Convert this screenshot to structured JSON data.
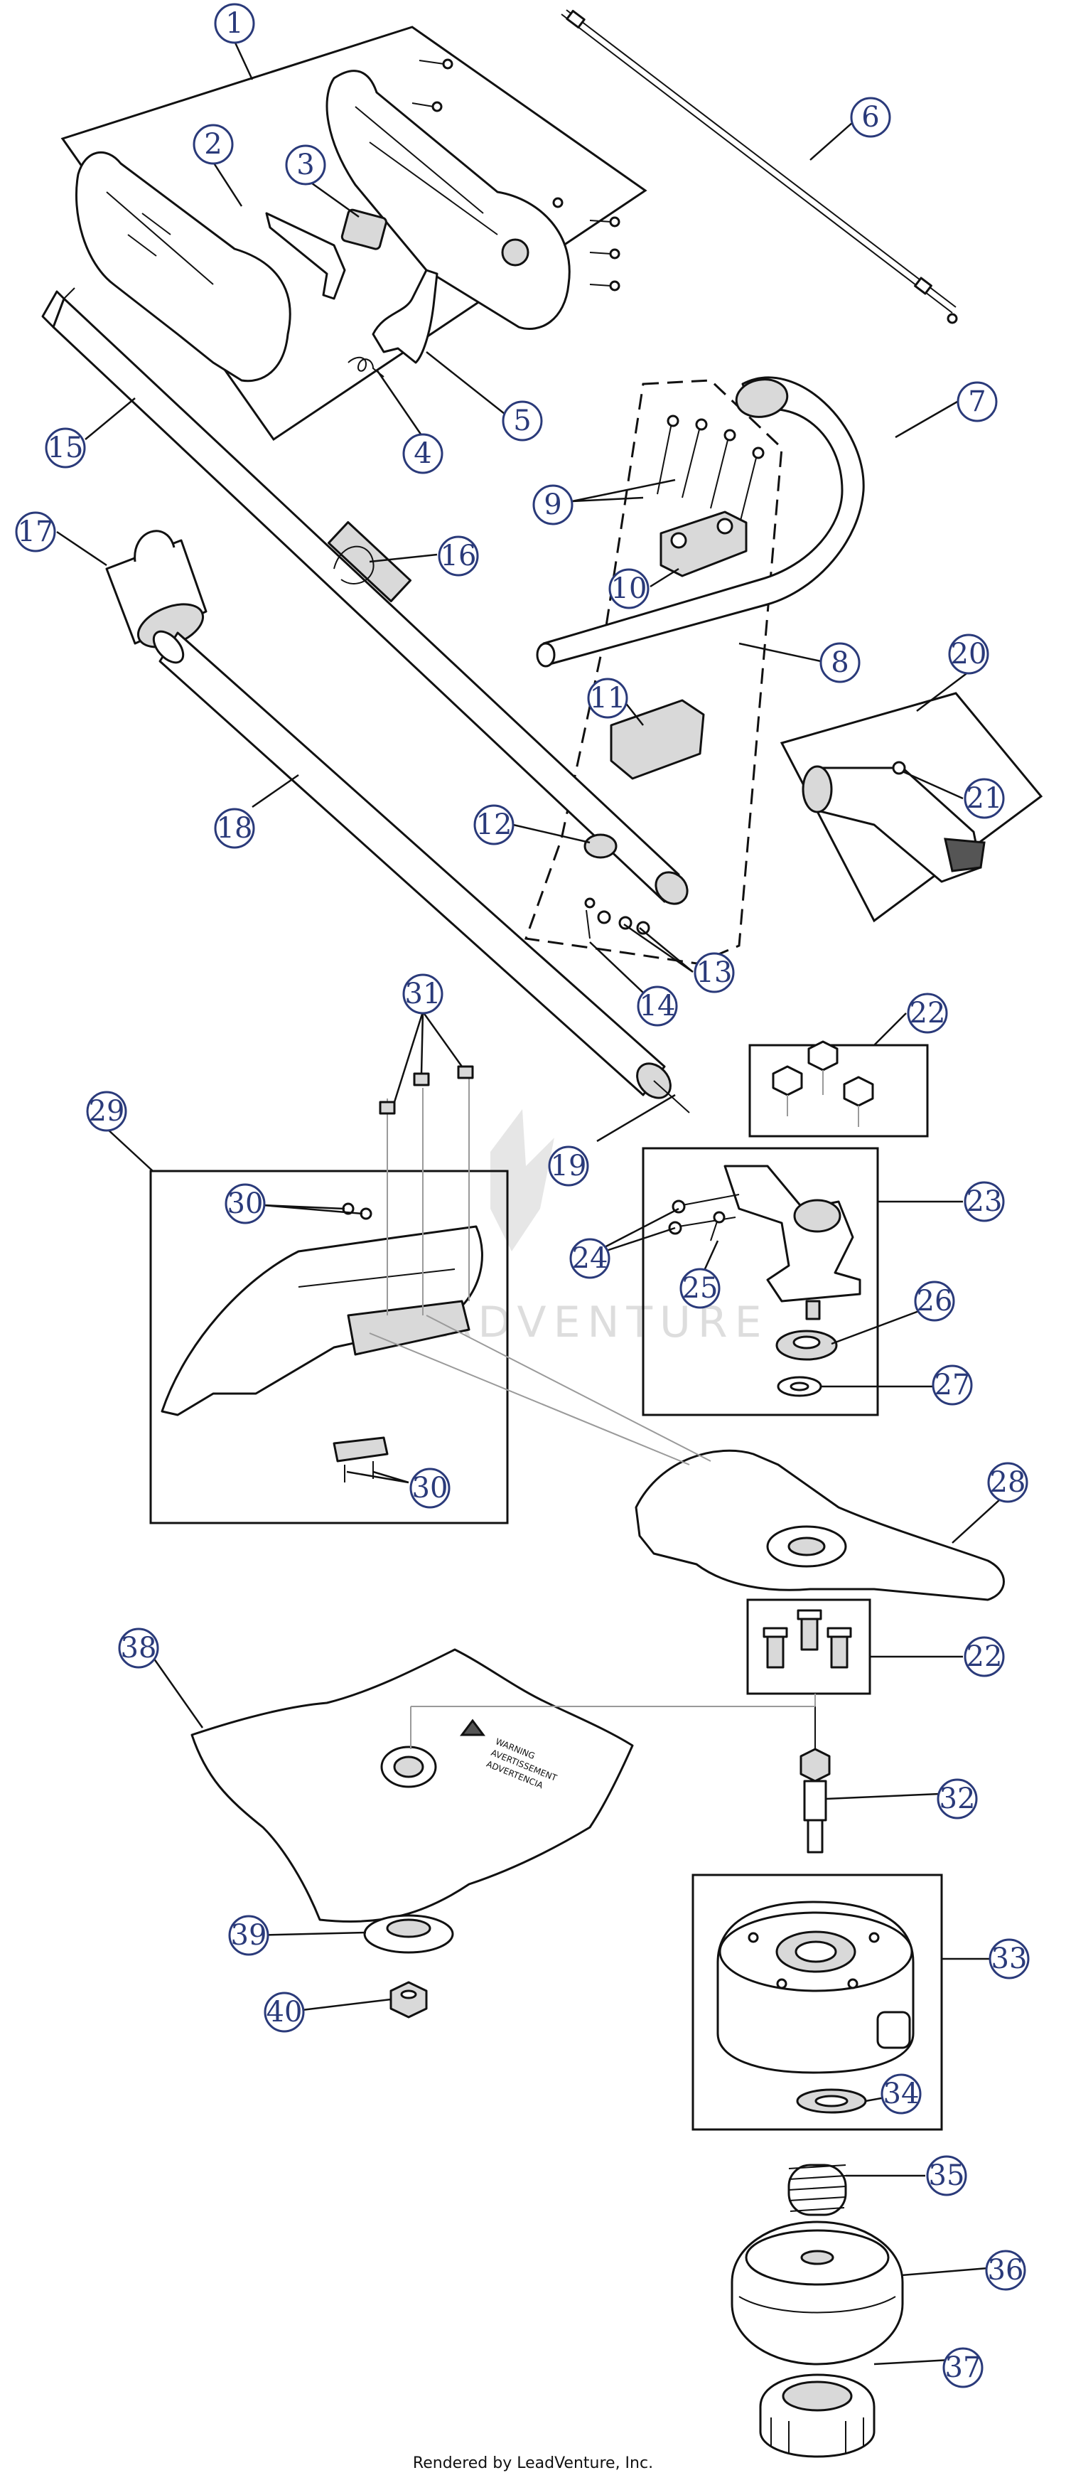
{
  "callouts": [
    "1",
    "2",
    "3",
    "4",
    "5",
    "6",
    "7",
    "8",
    "9",
    "10",
    "11",
    "12",
    "13",
    "14",
    "15",
    "16",
    "17",
    "18",
    "19",
    "20",
    "21",
    "22",
    "22",
    "23",
    "24",
    "25",
    "26",
    "27",
    "28",
    "29",
    "30",
    "30",
    "31",
    "32",
    "33",
    "34",
    "35",
    "36",
    "37",
    "38",
    "39",
    "40"
  ],
  "footer": "Rendered by LeadVenture, Inc.",
  "watermark": "LEADVENTURE",
  "decal": {
    "title": "WARNING",
    "line2": "AVERTISSEMENT",
    "line3": "ADVERTENCIA"
  },
  "colors": {
    "callout": "#2a3a7a",
    "line": "#111111"
  }
}
